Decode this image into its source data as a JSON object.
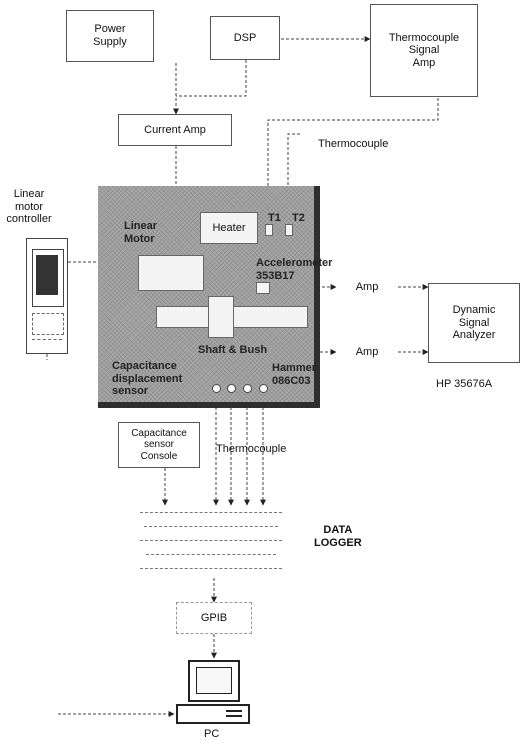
{
  "blocks": {
    "power_supply": "Power\nSupply",
    "dsp": "DSP",
    "tc_amp": "Thermocouple\nSignal\nAmp",
    "current_amp": "Current Amp",
    "heater": "Heater",
    "amp_top": "Amp",
    "amp_bottom": "Amp",
    "analyzer": "Dynamic\nSignal\nAnalyzer",
    "cap_console": "Capacitance\nsensor\nConsole",
    "gpib": "GPIB"
  },
  "labels": {
    "thermocouple_top": "Thermocouple",
    "thermocouple_bottom": "Thermocouple",
    "linear_motor_controller": "Linear\nmotor\ncontroller",
    "t1": "T1",
    "t2": "T2",
    "linear_motor": "Linear\nMotor",
    "accelerometer": "Accelerometer\n353B17",
    "shaft_bush": "Shaft & Bush",
    "cap_displacement": "Capacitance\ndisplacement\nsensor",
    "hammer": "Hammer\n086C03",
    "hp": "HP 35676A",
    "data_logger": "DATA\nLOGGER",
    "pc": "PC"
  }
}
